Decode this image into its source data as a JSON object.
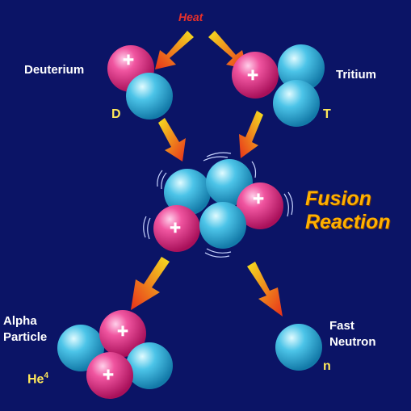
{
  "labels": {
    "heat": "Heat",
    "deuterium": "Deuterium",
    "deuterium_symbol": "D",
    "tritium": "Tritium",
    "tritium_symbol": "T",
    "fusion_line1": "Fusion",
    "fusion_line2": "Reaction",
    "alpha_line1": "Alpha",
    "alpha_line2": "Particle",
    "alpha_symbol": "He",
    "alpha_superscript": "4",
    "neutron_line1": "Fast",
    "neutron_line2": "Neutron",
    "neutron_symbol": "n",
    "proton_sign": "+"
  },
  "colors": {
    "background": "#0b1466",
    "proton": "#e0287a",
    "neutron": "#3ab4dc",
    "arrow_head": "#e8301a",
    "arrow_tail": "#f5e020",
    "heat_text": "#e8302a",
    "fusion_text": "#ffb000",
    "symbol_text": "#ffe85a"
  }
}
